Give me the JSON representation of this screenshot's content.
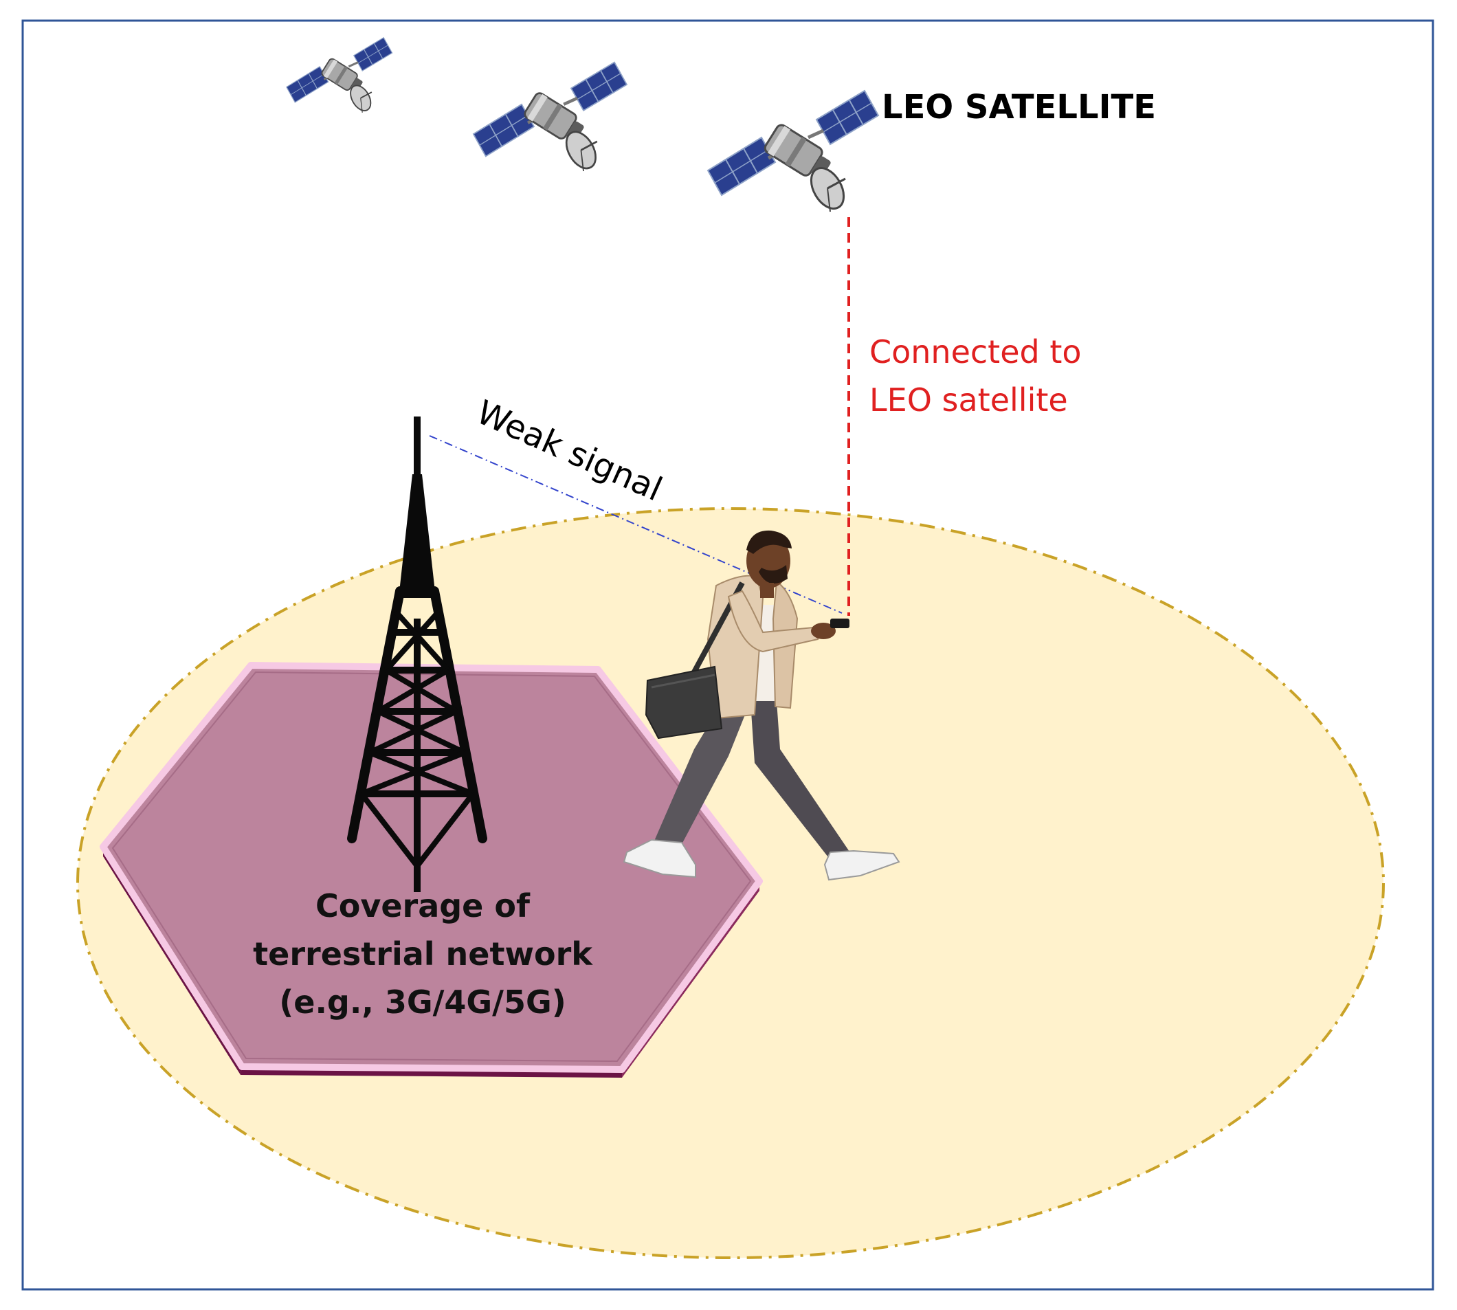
{
  "labels": {
    "leo_title": "LEO SATELLITE",
    "connected_line1": "Connected to",
    "connected_line2": "LEO satellite",
    "weak_signal": "Weak signal",
    "coverage_line1": "Coverage of",
    "coverage_line2": "terrestrial network",
    "coverage_line3": "(e.g., 3G/4G/5G)"
  },
  "colors": {
    "frame": "#2f5597",
    "leo_area_fill": "#fff2cc",
    "leo_area_border": "#c9a227",
    "hexagon_fill": "#bc849d",
    "hexagon_bevel_light": "#f6c9e4",
    "hexagon_bevel_dark": "#6b1345",
    "satellite_link": "#e02020",
    "weak_signal_link": "#3344cc",
    "tower": "#0a0a0a",
    "solar_panel": "#2a3f8f",
    "satellite_body": "#9c9c9c",
    "jacket": "#e3cdb1",
    "trousers": "#4f4b52",
    "bag": "#3b3b3b",
    "skin": "#6d4127"
  },
  "icons": {
    "satellites": [
      "satellite-icon",
      "satellite-icon",
      "satellite-icon"
    ],
    "tower": "cell-tower-icon",
    "user": "walking-person-icon",
    "phone": "smartphone-icon"
  }
}
